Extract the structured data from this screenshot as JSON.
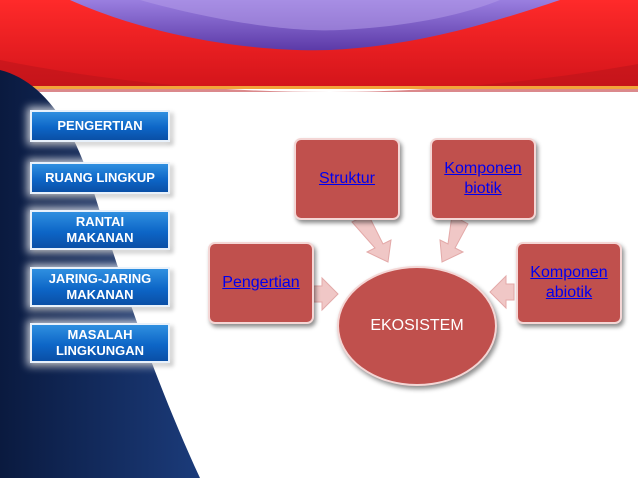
{
  "colors": {
    "banner_red": "#e31e24",
    "banner_purple": "#7b5cc4",
    "swoosh_navy": "#0b1f4a",
    "menu_blue": "#0d66c7",
    "box_red": "#c0504d",
    "link_blue": "#0000ee"
  },
  "menu": {
    "items": [
      {
        "label": "PENGERTIAN"
      },
      {
        "label": "RUANG LINGKUP"
      },
      {
        "label": "RANTAI\nMAKANAN"
      },
      {
        "label": "JARING-JARING\nMAKANAN"
      },
      {
        "label": "MASALAH\nLINGKUNGAN"
      }
    ]
  },
  "diagram": {
    "center": "EKOSISTEM",
    "nodes": {
      "pengertian": "Pengertian",
      "struktur": "Struktur",
      "komponen_biotik": "Komponen\nbiotik",
      "komponen_abiotik": "Komponen\nabiotik"
    }
  }
}
